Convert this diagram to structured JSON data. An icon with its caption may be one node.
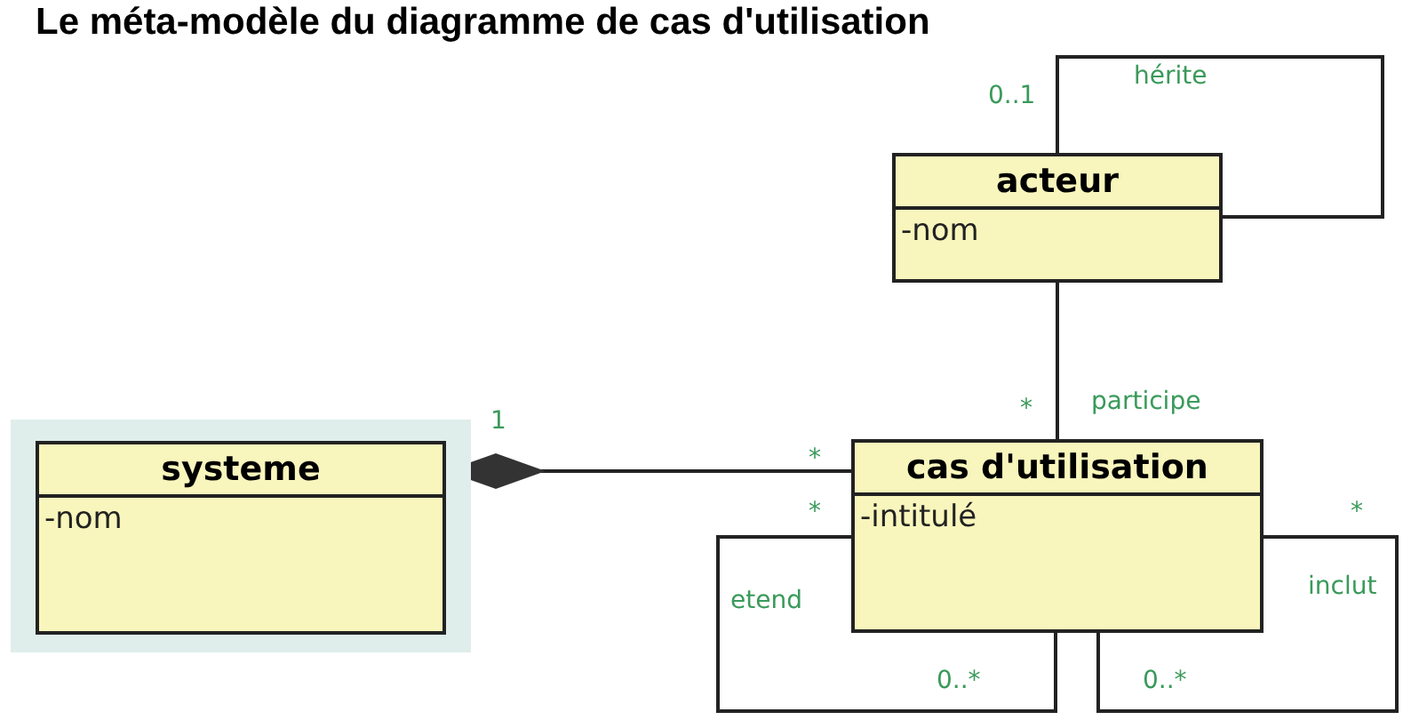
{
  "diagram": {
    "title": "Le méta-modèle du diagramme de cas d'utilisation",
    "nodes": [
      {
        "text": [
          "acteur",
          "-nom"
        ]
      },
      {
        "text": [
          "systeme",
          "-nom"
        ]
      },
      {
        "text": [
          "cas d'utilisation",
          "-intitulé"
        ]
      }
    ],
    "edges": [
      {
        "from": 0,
        "to": 0,
        "arrow": "none",
        "label": "hérite"
      },
      {
        "from": 0,
        "to": 2,
        "arrow": "none",
        "label": "participe"
      },
      {
        "from": 1,
        "to": 2,
        "arrow": "other"
      },
      {
        "from": 2,
        "to": 2,
        "arrow": "none",
        "label": "etend"
      },
      {
        "from": 2,
        "to": 2,
        "arrow": "none",
        "label": "inclut"
      }
    ],
    "labels": [
      "0..1",
      "*",
      "1",
      "*",
      "*",
      "*",
      "0..*",
      "0..*"
    ]
  }
}
